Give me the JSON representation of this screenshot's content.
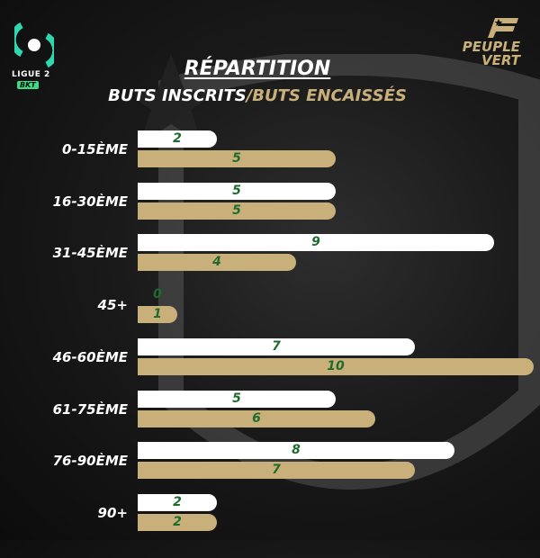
{
  "header": {
    "league": "LIGUE 2",
    "sponsor": "BKT",
    "brand_line1": "PEUPLE",
    "brand_line2": "VERT"
  },
  "chart_data": {
    "type": "bar",
    "title": "RÉPARTITION",
    "subtitle_part1": "BUTS INSCRITS",
    "subtitle_sep": "/",
    "subtitle_part2": "BUTS ENCAISSÉS",
    "categories": [
      "0-15ÈME",
      "16-30ÈME",
      "31-45ÈME",
      "45+",
      "46-60ÈME",
      "61-75ÈME",
      "76-90ÈME",
      "90+"
    ],
    "series": [
      {
        "name": "BUTS INSCRITS",
        "color": "#ffffff",
        "values": [
          2,
          5,
          9,
          0,
          7,
          5,
          8,
          2
        ]
      },
      {
        "name": "BUTS ENCAISSÉS",
        "color": "#c9b07a",
        "values": [
          5,
          5,
          4,
          1,
          10,
          6,
          7,
          2
        ]
      }
    ],
    "orientation": "horizontal",
    "xlim": [
      0,
      10
    ]
  }
}
